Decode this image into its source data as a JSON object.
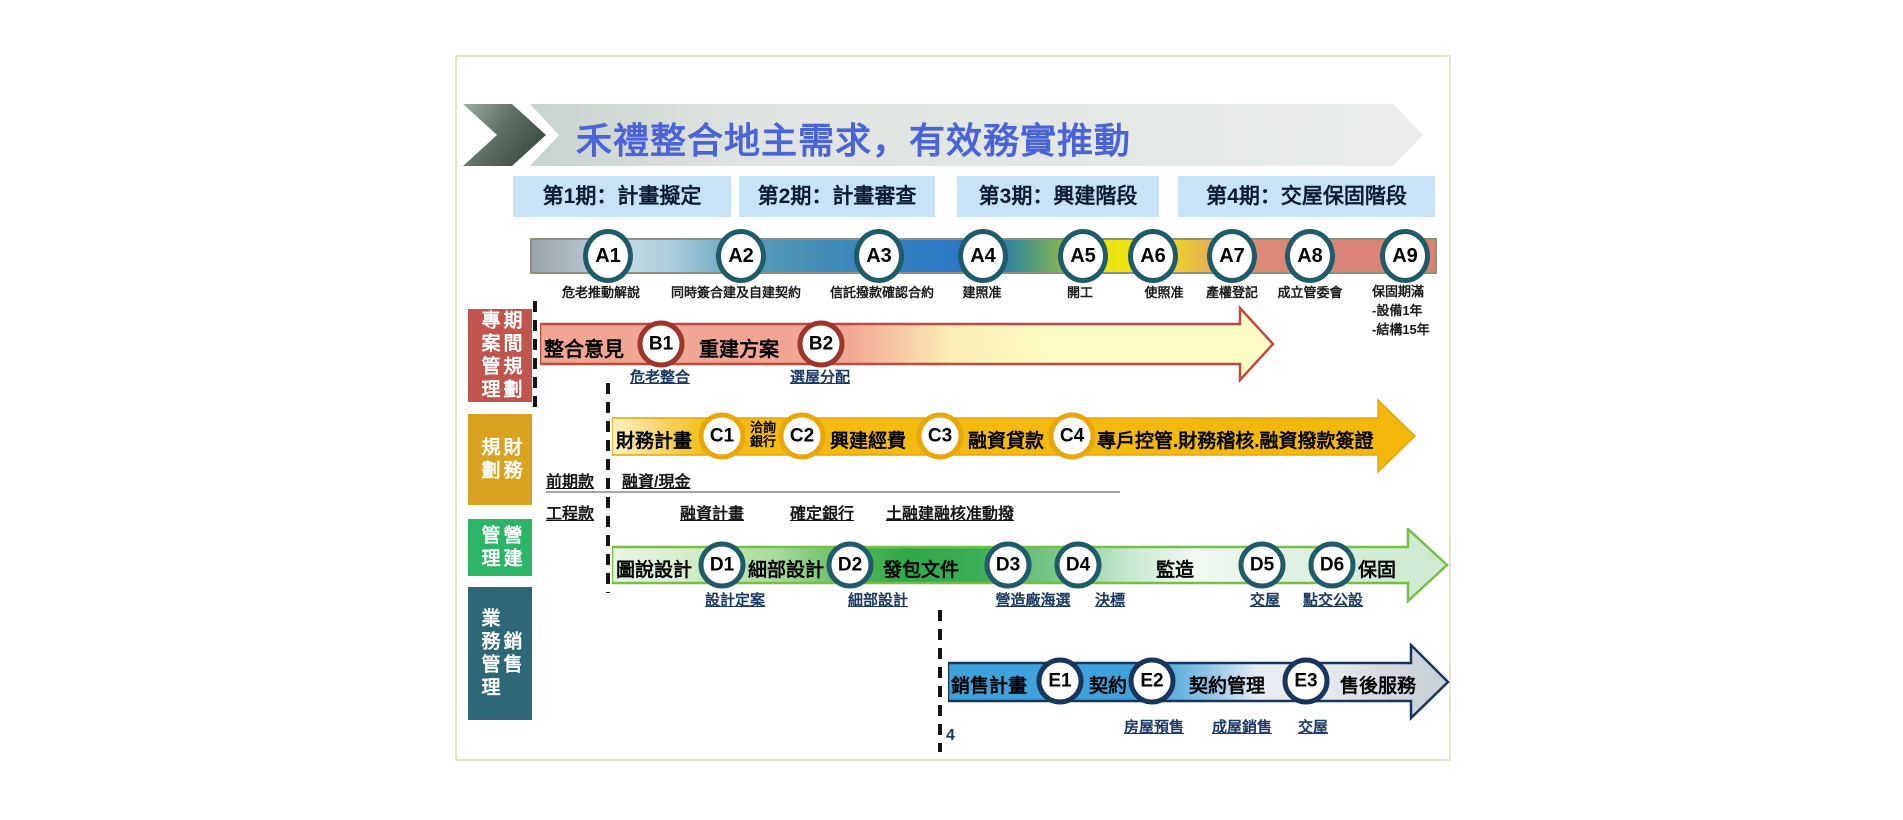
{
  "title": "禾禮整合地主需求，有效務實推動",
  "page_number": "4",
  "phases": [
    {
      "label": "第1期：計畫擬定"
    },
    {
      "label": "第2期：計畫審查"
    },
    {
      "label": "第3期：興建階段"
    },
    {
      "label": "第4期：交屋保固階段"
    }
  ],
  "timeline_a": {
    "nodes": [
      {
        "id": "A1",
        "label": "危老推動解說"
      },
      {
        "id": "A2",
        "label": "同時簽合建及自建契約"
      },
      {
        "id": "A3",
        "label": "信託撥款確認合約"
      },
      {
        "id": "A4",
        "label": "建照准"
      },
      {
        "id": "A5",
        "label": "開工"
      },
      {
        "id": "A6",
        "label": "使照准"
      },
      {
        "id": "A7",
        "label": "產權登記"
      },
      {
        "id": "A8",
        "label": "成立管委會"
      },
      {
        "id": "A9",
        "label": "保固期滿",
        "sub1": "-設備1年",
        "sub2": "-結構15年"
      }
    ]
  },
  "row_b": {
    "sidebar_left": "專案管理",
    "sidebar_right": "期間規劃",
    "seg1": "整合意見",
    "node1": "B1",
    "seg2": "重建方案",
    "node2": "B2",
    "ms1": "危老整合",
    "ms2": "選屋分配"
  },
  "row_c": {
    "sidebar_left": "規劃",
    "sidebar_right": "財務",
    "seg1": "財務計畫",
    "node1": "C1",
    "bank_l1": "洽詢",
    "bank_l2": "銀行",
    "node2": "C2",
    "seg2": "興建經費",
    "node3": "C3",
    "seg3": "融資貸款",
    "node4": "C4",
    "seg4": "專戶控管.財務稽核.融資撥款簽證",
    "pre_label": "前期款",
    "pre_item": "融資/現金",
    "eng_label": "工程款",
    "eng_item1": "融資計畫",
    "eng_item2": "確定銀行",
    "eng_item3": "土融建融核准動撥"
  },
  "row_d": {
    "sidebar_left": "管理",
    "sidebar_right": "營建",
    "seg1": "圖說設計",
    "node1": "D1",
    "seg2": "細部設計",
    "node2": "D2",
    "seg3": "發包文件",
    "node3": "D3",
    "node4": "D4",
    "seg4": "監造",
    "node5": "D5",
    "node6": "D6",
    "seg5": "保固",
    "ms1": "設計定案",
    "ms2": "細部設計",
    "ms3": "營造廠海選",
    "ms4": "決標",
    "ms5": "交屋",
    "ms6": "點交公設"
  },
  "row_e": {
    "sidebar_left": "業務管理",
    "sidebar_right": "銷售",
    "seg1": "銷售計畫",
    "node1": "E1",
    "seg2": "契約",
    "node2": "E2",
    "seg3": "契約管理",
    "node3": "E3",
    "seg4": "售後服務",
    "ms1": "房屋預售",
    "ms2": "成屋銷售",
    "ms3": "交屋"
  },
  "colors": {
    "title_text": "#4A63D6",
    "phase_box_bg": "#C9E3F6",
    "row_b_tab": "#C1544C",
    "row_c_tab": "#D9A31F",
    "row_d_tab": "#2CB567",
    "row_e_tab": "#2E6877",
    "milestone_text": "#1B3A63",
    "b_arrow_fill": "#F1A693",
    "c_arrow_fill": "#F3B70B",
    "d_arrow_green": "#2FA94B",
    "e_arrow_blue": "#3FA2DA"
  }
}
